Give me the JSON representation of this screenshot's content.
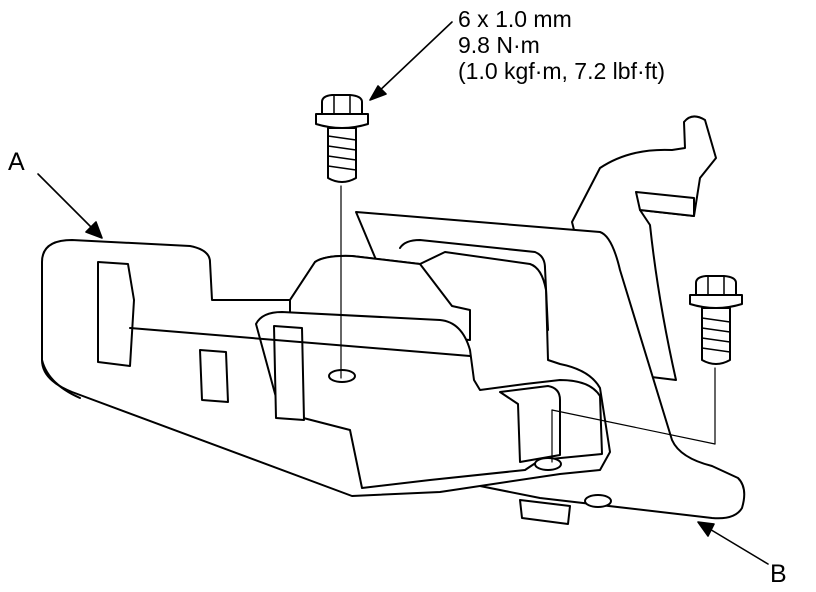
{
  "callouts": {
    "a": "A",
    "b": "B"
  },
  "bolt_spec": {
    "size": "6 x 1.0 mm",
    "torque_nm": "9.8 N·m",
    "torque_alt": "(1.0 kgf·m, 7.2 lbf·ft)"
  },
  "colors": {
    "line": "#000000",
    "fill": "#ffffff"
  },
  "icons": [
    "bolt-icon"
  ]
}
